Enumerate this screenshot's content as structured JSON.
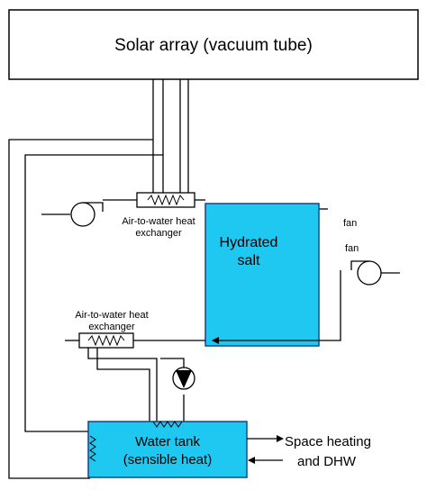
{
  "solar_array": {
    "label": "Solar array (vacuum tube)"
  },
  "hydrated_salt": {
    "line1": "Hydrated",
    "line2": "salt"
  },
  "water_tank": {
    "line1": "Water tank",
    "line2": "(sensible heat)"
  },
  "heat_exchanger_top": {
    "line1": "Air-to-water heat",
    "line2": "exchanger"
  },
  "heat_exchanger_left": {
    "line1": "Air-to-water heat",
    "line2": "exchanger"
  },
  "fan_top": {
    "label": "fan"
  },
  "fan_right": {
    "label": "fan"
  },
  "output": {
    "line1": "Space heating",
    "line2": "and DHW"
  },
  "colors": {
    "storage_fill": "#1ec8f0",
    "line": "#000000"
  }
}
